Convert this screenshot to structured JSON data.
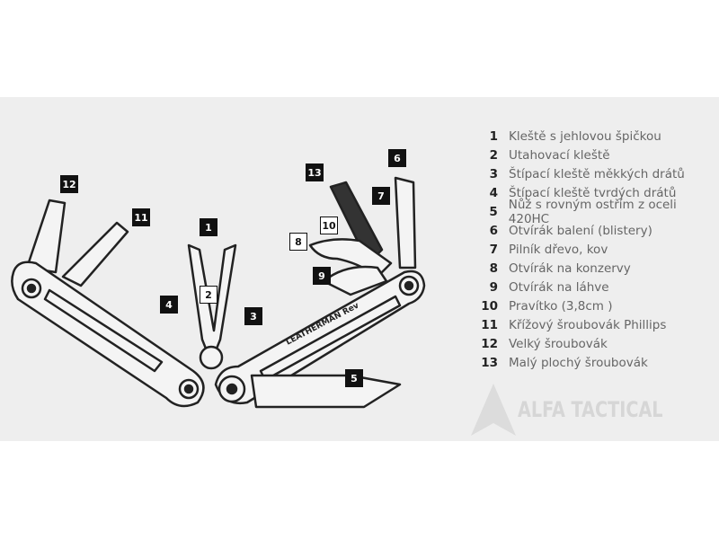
{
  "diagram": {
    "callouts": [
      "1",
      "2",
      "3",
      "4",
      "5",
      "6",
      "7",
      "8",
      "9",
      "10",
      "11",
      "12",
      "13"
    ],
    "brand_label": "LEATHERMAN Rev"
  },
  "legend": [
    {
      "num": "1",
      "label": "Kleště s jehlovou špičkou"
    },
    {
      "num": "2",
      "label": "Utahovací kleště"
    },
    {
      "num": "3",
      "label": "Štípací kleště měkkých drátů"
    },
    {
      "num": "4",
      "label": "Štípací kleště tvrdých drátů"
    },
    {
      "num": "5",
      "label": "Nůž s rovným ostřím z oceli 420HC"
    },
    {
      "num": "6",
      "label": "Otvírák balení (blistery)"
    },
    {
      "num": "7",
      "label": "Pilník dřevo, kov"
    },
    {
      "num": "8",
      "label": "Otvírák na konzervy"
    },
    {
      "num": "9",
      "label": "Otvírák na láhve"
    },
    {
      "num": "10",
      "label": "Pravítko (3,8cm )"
    },
    {
      "num": "11",
      "label": "Křížový šroubovák Phillips"
    },
    {
      "num": "12",
      "label": "Velký šroubovák"
    },
    {
      "num": "13",
      "label": "Malý plochý šroubovák"
    }
  ],
  "watermark": "ALFA TACTICAL"
}
